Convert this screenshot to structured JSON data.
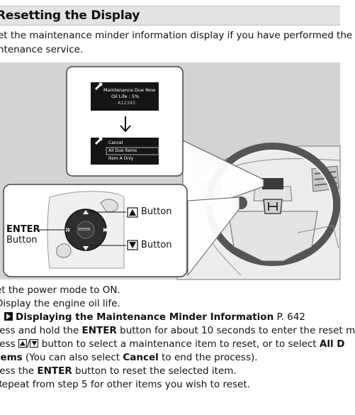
{
  "section": {
    "title": "Resetting the Display"
  },
  "intro": {
    "line1": "et the maintenance minder information display if you have performed the",
    "line2": "ntenance service."
  },
  "figure": {
    "screen1": {
      "line1": "Maintenance Due Now",
      "line2": "Oil Life :   5%",
      "line3": "A12345"
    },
    "screen2": {
      "item1": "Cancel",
      "item2": "All Due Items",
      "item3": "Item A Only"
    },
    "pad": {
      "center_label": "ENTER"
    },
    "callouts": {
      "up_button": "Button",
      "down_button": "Button",
      "enter_line1": "ENTER",
      "enter_line2": "Button"
    }
  },
  "steps": {
    "s1": "et the power mode to ON.",
    "s2": "Display the engine oil life.",
    "ref_title": "Displaying the Maintenance Minder Information",
    "ref_page": "P. 642",
    "s3_a": "ress and hold the ",
    "s3_b": "ENTER",
    "s3_c": " button for about 10 seconds to enter the reset m",
    "s4_a": "ress ",
    "s4_sep": "/",
    "s4_b": " button to select a maintenance item to reset, or to select ",
    "s4_c": "All D",
    "s4_d": "tems",
    "s4_e": " (You can also select ",
    "s4_f": "Cancel",
    "s4_g": " to end the process).",
    "s5_a": "ress the ",
    "s5_b": "ENTER",
    "s5_c": " button to reset the selected item.",
    "s6": "Repeat from step 5 for other items you wish to reset."
  },
  "colors": {
    "title_bg": "#e3e3e3",
    "figure_bg": "#d3d3d3",
    "screen_bg": "#151515"
  },
  "icons": [
    "wrench-icon",
    "arrow-down-icon",
    "up-triangle-icon",
    "down-triangle-icon",
    "reference-arrow-icon",
    "honda-logo-icon"
  ]
}
